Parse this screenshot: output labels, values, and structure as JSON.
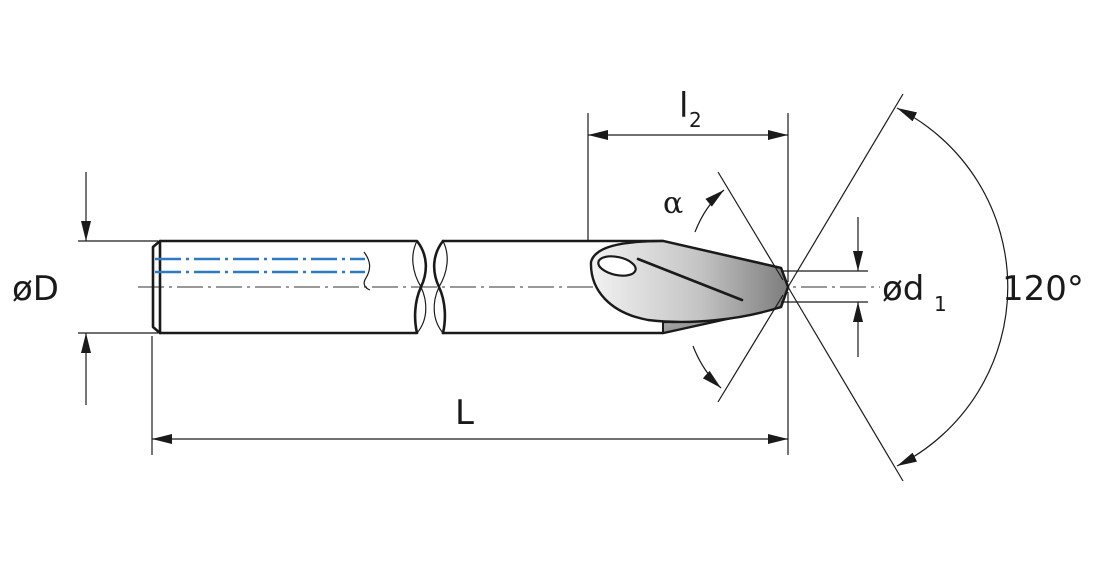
{
  "labels": {
    "shank_diameter": "øD",
    "tip_diameter": "ød",
    "tip_diameter_sub": "1",
    "overall_length": "L",
    "cutting_length": "l",
    "cutting_length_sub": "2",
    "point_angle": "120°",
    "chamfer_angle": "α"
  },
  "colors": {
    "line": "#1a1a1a",
    "coolant": "#2f7ac4",
    "tip_light": "#eeeeee",
    "tip_dark": "#8a8a8a"
  }
}
